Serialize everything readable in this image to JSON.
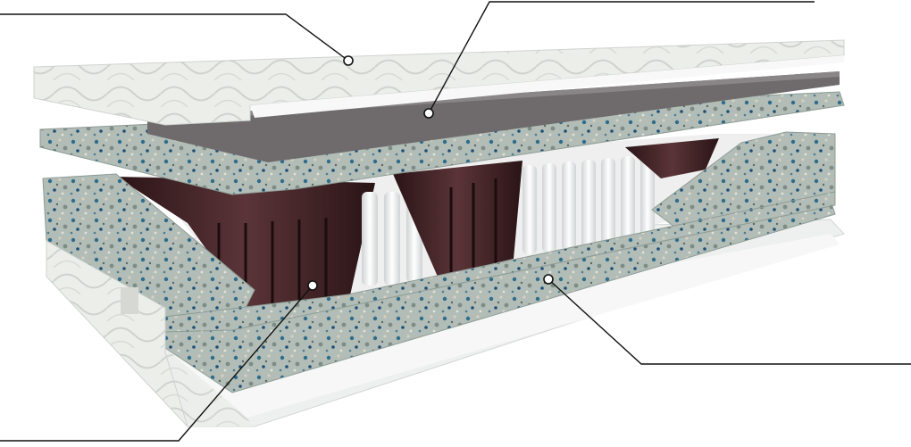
{
  "diagram": {
    "type": "mattress-cutaway-callouts",
    "layers": [
      {
        "id": "quilted-top-cover"
      },
      {
        "id": "gray-felt-sheet"
      },
      {
        "id": "upper-foam-slab"
      },
      {
        "id": "spring-block"
      },
      {
        "id": "coconut-coir-core"
      },
      {
        "id": "bottom-cover"
      }
    ],
    "callouts": [
      {
        "target": "quilted-top-cover"
      },
      {
        "target": "gray-felt-sheet"
      },
      {
        "target": "pocket-springs"
      },
      {
        "target": "foam-base"
      }
    ]
  },
  "colors": {
    "quilt": "#e8ebe7",
    "felt": "#6f6b6d",
    "foam": "#a9b7b0",
    "spring_dark": "#3b1f22",
    "spring_light": "#eef0f0",
    "leader": "#111111"
  }
}
